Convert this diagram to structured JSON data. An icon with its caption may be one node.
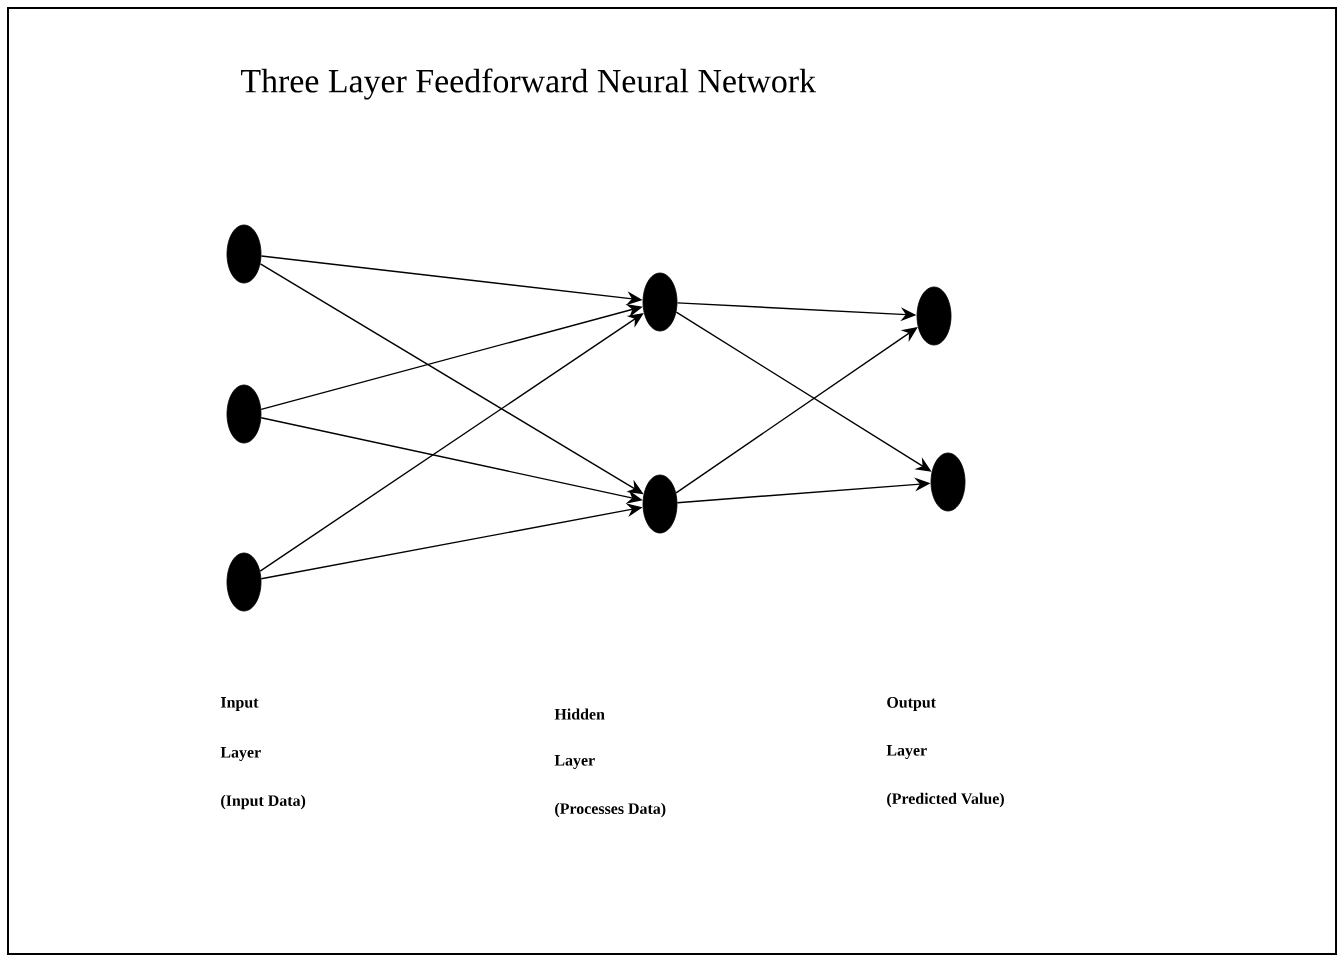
{
  "diagram": {
    "title": "Three Layer Feedforward Neural Network",
    "nodes": [
      {
        "text": [],
        "shape": "circle"
      },
      {
        "text": [],
        "shape": "circle"
      },
      {
        "text": [],
        "shape": "circle"
      },
      {
        "text": [],
        "shape": "circle"
      },
      {
        "text": [],
        "shape": "circle"
      },
      {
        "text": [],
        "shape": "circle"
      },
      {
        "text": [],
        "shape": "circle"
      }
    ],
    "edges": [
      {
        "from": 0,
        "to": 3,
        "arrow": "to"
      },
      {
        "from": 0,
        "to": 4,
        "arrow": "to"
      },
      {
        "from": 1,
        "to": 3,
        "arrow": "to"
      },
      {
        "from": 1,
        "to": 4,
        "arrow": "to"
      },
      {
        "from": 2,
        "to": 3,
        "arrow": "to"
      },
      {
        "from": 2,
        "to": 4,
        "arrow": "to"
      },
      {
        "from": 3,
        "to": 5,
        "arrow": "to"
      },
      {
        "from": 3,
        "to": 6,
        "arrow": "to"
      },
      {
        "from": 4,
        "to": 5,
        "arrow": "to"
      },
      {
        "from": 4,
        "to": 6,
        "arrow": "to"
      }
    ],
    "labels": [
      "Input",
      "Layer",
      "(Input Data)",
      "Hidden",
      "Layer",
      "(Processes Data)",
      "Output",
      "Layer",
      "(Predicted Value)"
    ]
  }
}
